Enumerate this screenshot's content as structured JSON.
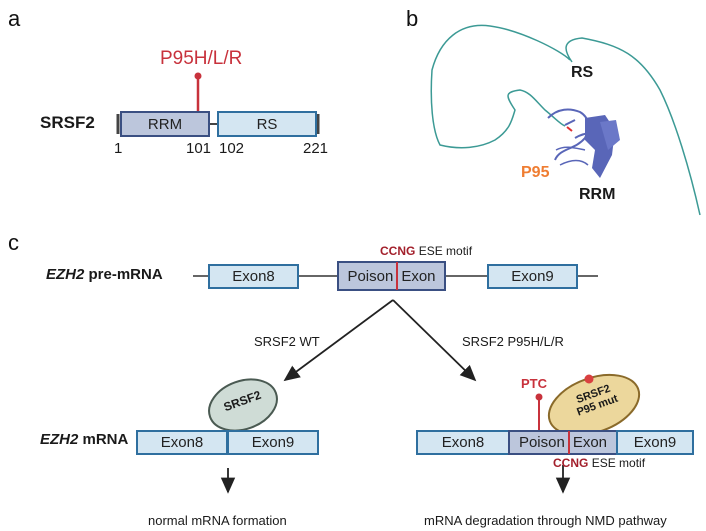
{
  "panel_a": {
    "label": "a",
    "protein": "SRSF2",
    "mutation": "P95H/L/R",
    "domains": [
      {
        "name": "RRM",
        "start": "1",
        "end": "101"
      },
      {
        "name": "RS",
        "start": "102",
        "end": "221"
      }
    ]
  },
  "panel_b": {
    "label": "b",
    "rs_label": "RS",
    "rrm_label": "RRM",
    "p95_label": "P95"
  },
  "panel_c": {
    "label": "c",
    "pre_mrna": {
      "gene": "EZH2",
      "suffix": " pre-mRNA",
      "exon8": "Exon8",
      "poison_left": "Poison",
      "poison_right": "Exon",
      "exon9": "Exon9",
      "motif_seq": "CCNG",
      "motif_label": "ESE motif"
    },
    "wt_branch": {
      "label": "SRSF2 WT",
      "protein": "SRSF2",
      "mrna_gene": "EZH2",
      "mrna_suffix": " mRNA",
      "exon8": "Exon8",
      "exon9": "Exon9",
      "outcome": "normal mRNA formation"
    },
    "mut_branch": {
      "label": "SRSF2 P95H/L/R",
      "protein_line1": "SRSF2",
      "protein_line2": "P95 mut",
      "ptc": "PTC",
      "exon8": "Exon8",
      "poison_left": "Poison",
      "poison_right": "Exon",
      "exon9": "Exon9",
      "motif_seq": "CCNG",
      "motif_label": "ESE motif",
      "outcome": "mRNA degradation through NMD pathway"
    }
  },
  "colors": {
    "mutation_red": "#c8323c",
    "motif_red": "#a3202c",
    "p95_orange": "#ef7d32",
    "exon_light": "#d4e6f2",
    "exon_dark": "#bcc6dc",
    "srsf2_wt": "#cfdcd6",
    "srsf2_mut": "#ecd79c",
    "rs_chain": "#3c9a95",
    "rrm_chain": "#5966b8"
  }
}
